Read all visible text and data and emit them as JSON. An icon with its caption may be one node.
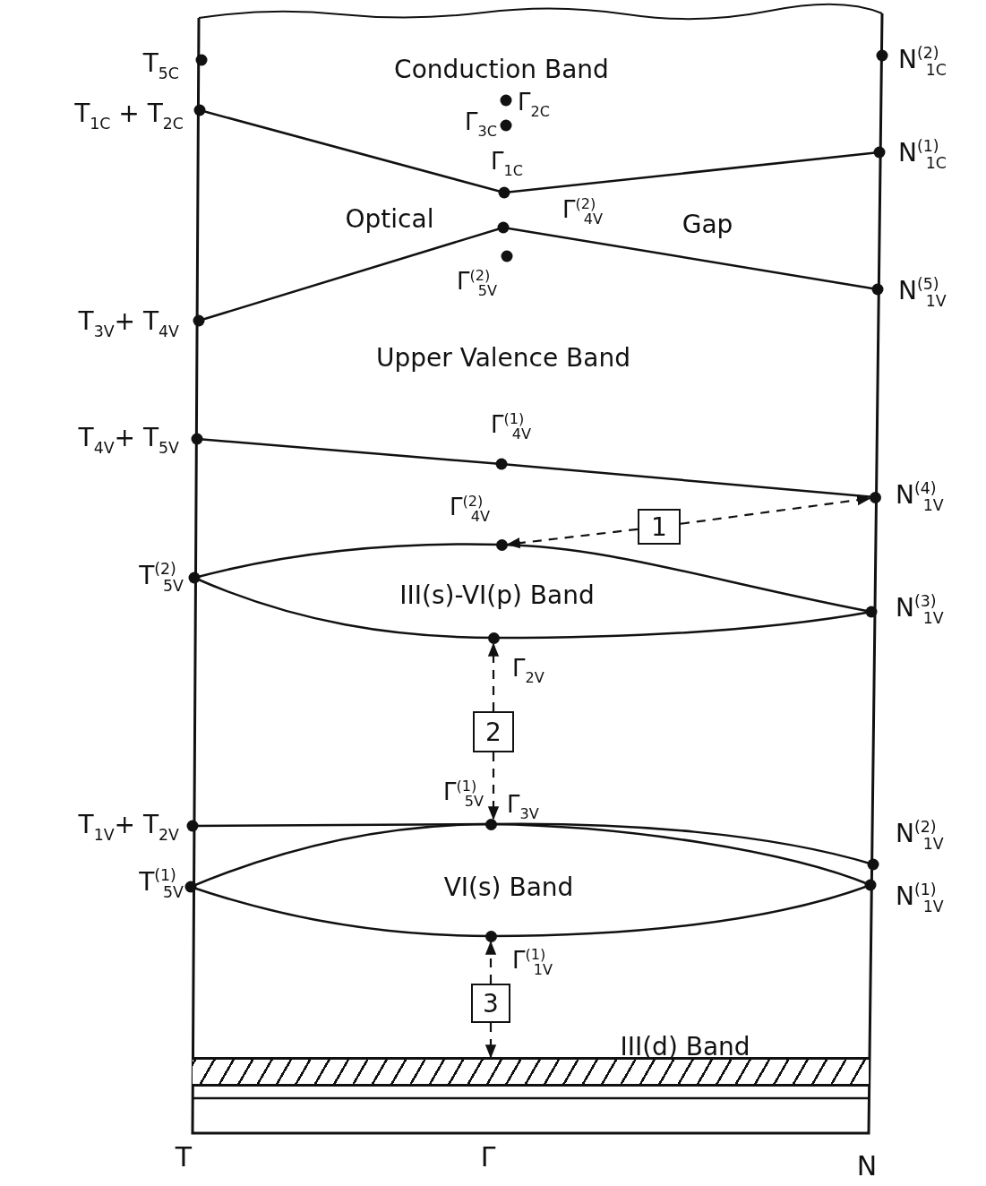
{
  "diagram": {
    "nodes": [
      {
        "text": [],
        "shape": "circle"
      },
      {
        "text": [
          "1"
        ]
      },
      {
        "text": [],
        "shape": "circle"
      },
      {
        "text": [],
        "shape": "circle"
      },
      {
        "text": [
          "2"
        ]
      },
      {
        "text": [],
        "shape": "circle"
      },
      {
        "text": [],
        "shape": "circle"
      },
      {
        "text": [
          "3"
        ]
      },
      {
        "text": [],
        "shape": "bar"
      }
    ],
    "edges": [
      {
        "from": 1,
        "to": 0,
        "arrow": "to",
        "style": "dashed"
      },
      {
        "from": 1,
        "to": 2,
        "arrow": "to",
        "style": "dashed"
      },
      {
        "from": 4,
        "to": 3,
        "arrow": "to",
        "style": "dashed"
      },
      {
        "from": 4,
        "to": 5,
        "arrow": "to",
        "style": "dashed"
      },
      {
        "from": 7,
        "to": 6,
        "arrow": "to",
        "style": "dashed"
      },
      {
        "from": 7,
        "to": 8,
        "arrow": "to",
        "style": "dashed"
      }
    ],
    "labels": [
      "T$_{5C}$",
      "Conduction Band",
      "N$^{(2)}$$_{1C}$",
      "Γ$_{2C}$",
      "T$_{1C}$ + T$_{2C}$",
      "Γ$_{3C}$",
      "Γ$_{1C}$",
      "N$^{(1)}$$_{1C}$",
      "Optical",
      "Γ$^{(2)}$$_{4V}$",
      "Gap",
      "Γ$^{(2)}$$_{5V}$",
      "N$^{(5)}$$_{1V}$",
      "T$_{3V}$+ T$_{4V}$",
      "Upper Valence Band",
      "T$_{4V}$+ T$_{5V}$",
      "Γ$^{(1)}$$_{4V}$",
      "N$^{(4)}$$_{1V}$",
      "Γ$^{(2)}$$_{4V}$",
      "T$^{(2)}$$_{5V}$",
      "III(s)-VI(p) Band",
      "N$^{(3)}$$_{1V}$",
      "Γ$_{2V}$",
      "Γ$^{(1)}$$_{5V}$",
      "Γ$_{3V}$",
      "T$_{1V}$+ T$_{2V}$",
      "N$^{(2)}$$_{1V}$",
      "T$^{(1)}$$_{5V}$",
      "VI(s) Band",
      "N$^{(1)}$$_{1V}$",
      "Γ$^{(1)}$$_{1V}$",
      "III(d) Band",
      "T",
      "Γ",
      "N"
    ]
  }
}
